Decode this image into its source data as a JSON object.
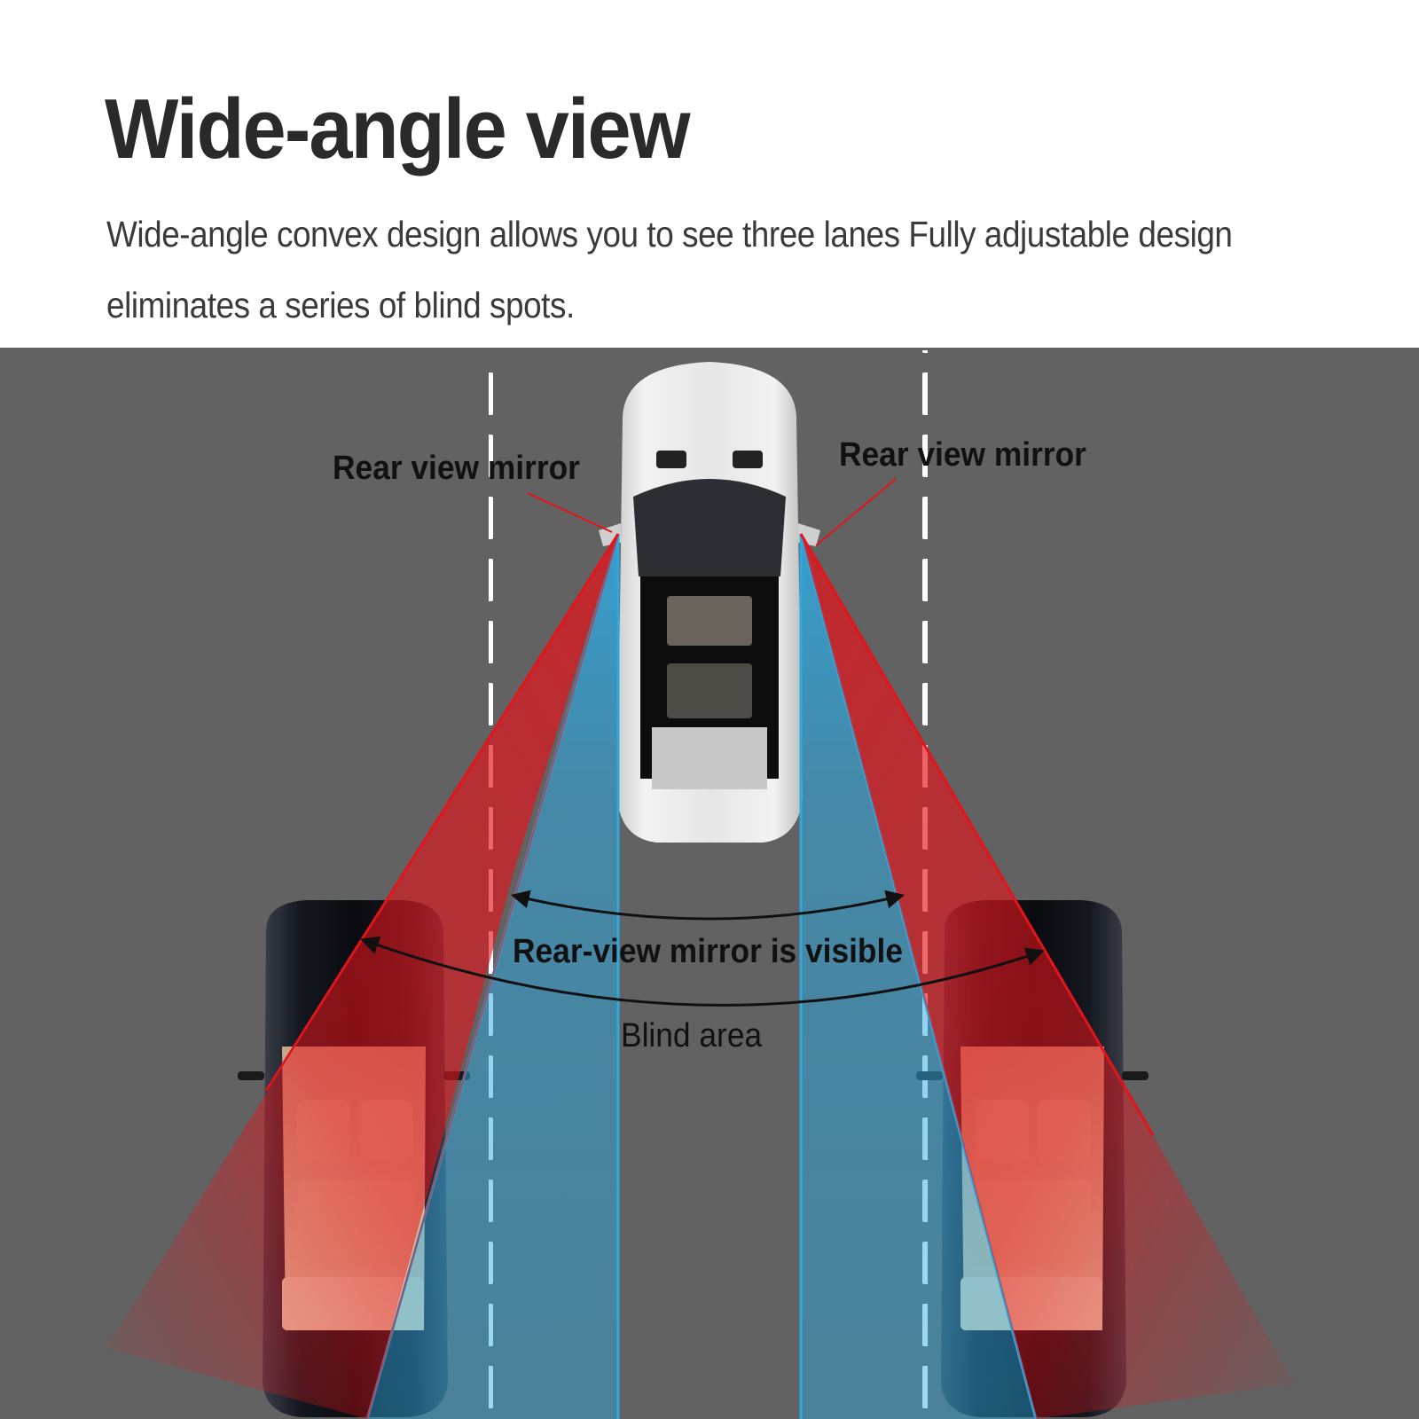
{
  "header": {
    "title": "Wide-angle view",
    "subtitle": "Wide-angle convex design allows you to see three lanes Fully adjustable design eliminates a series of blind spots."
  },
  "diagram": {
    "labels": {
      "left_mirror": "Rear view mirror",
      "right_mirror": "Rear view mirror",
      "visible_zone": "Rear-view mirror is visible",
      "blind_zone": "Blind area"
    },
    "objects": {
      "main_car": "white SUV (top view)",
      "left_car": "dark sedan (top view)",
      "right_car": "dark sedan (top view)"
    },
    "colors": {
      "road": "#626262",
      "lane_marking": "#ffffff",
      "blind_zone_beam": "#e3141b",
      "visible_zone_beam": "#2ea8e0",
      "text": "#111111",
      "title": "#2a2a2a"
    }
  }
}
